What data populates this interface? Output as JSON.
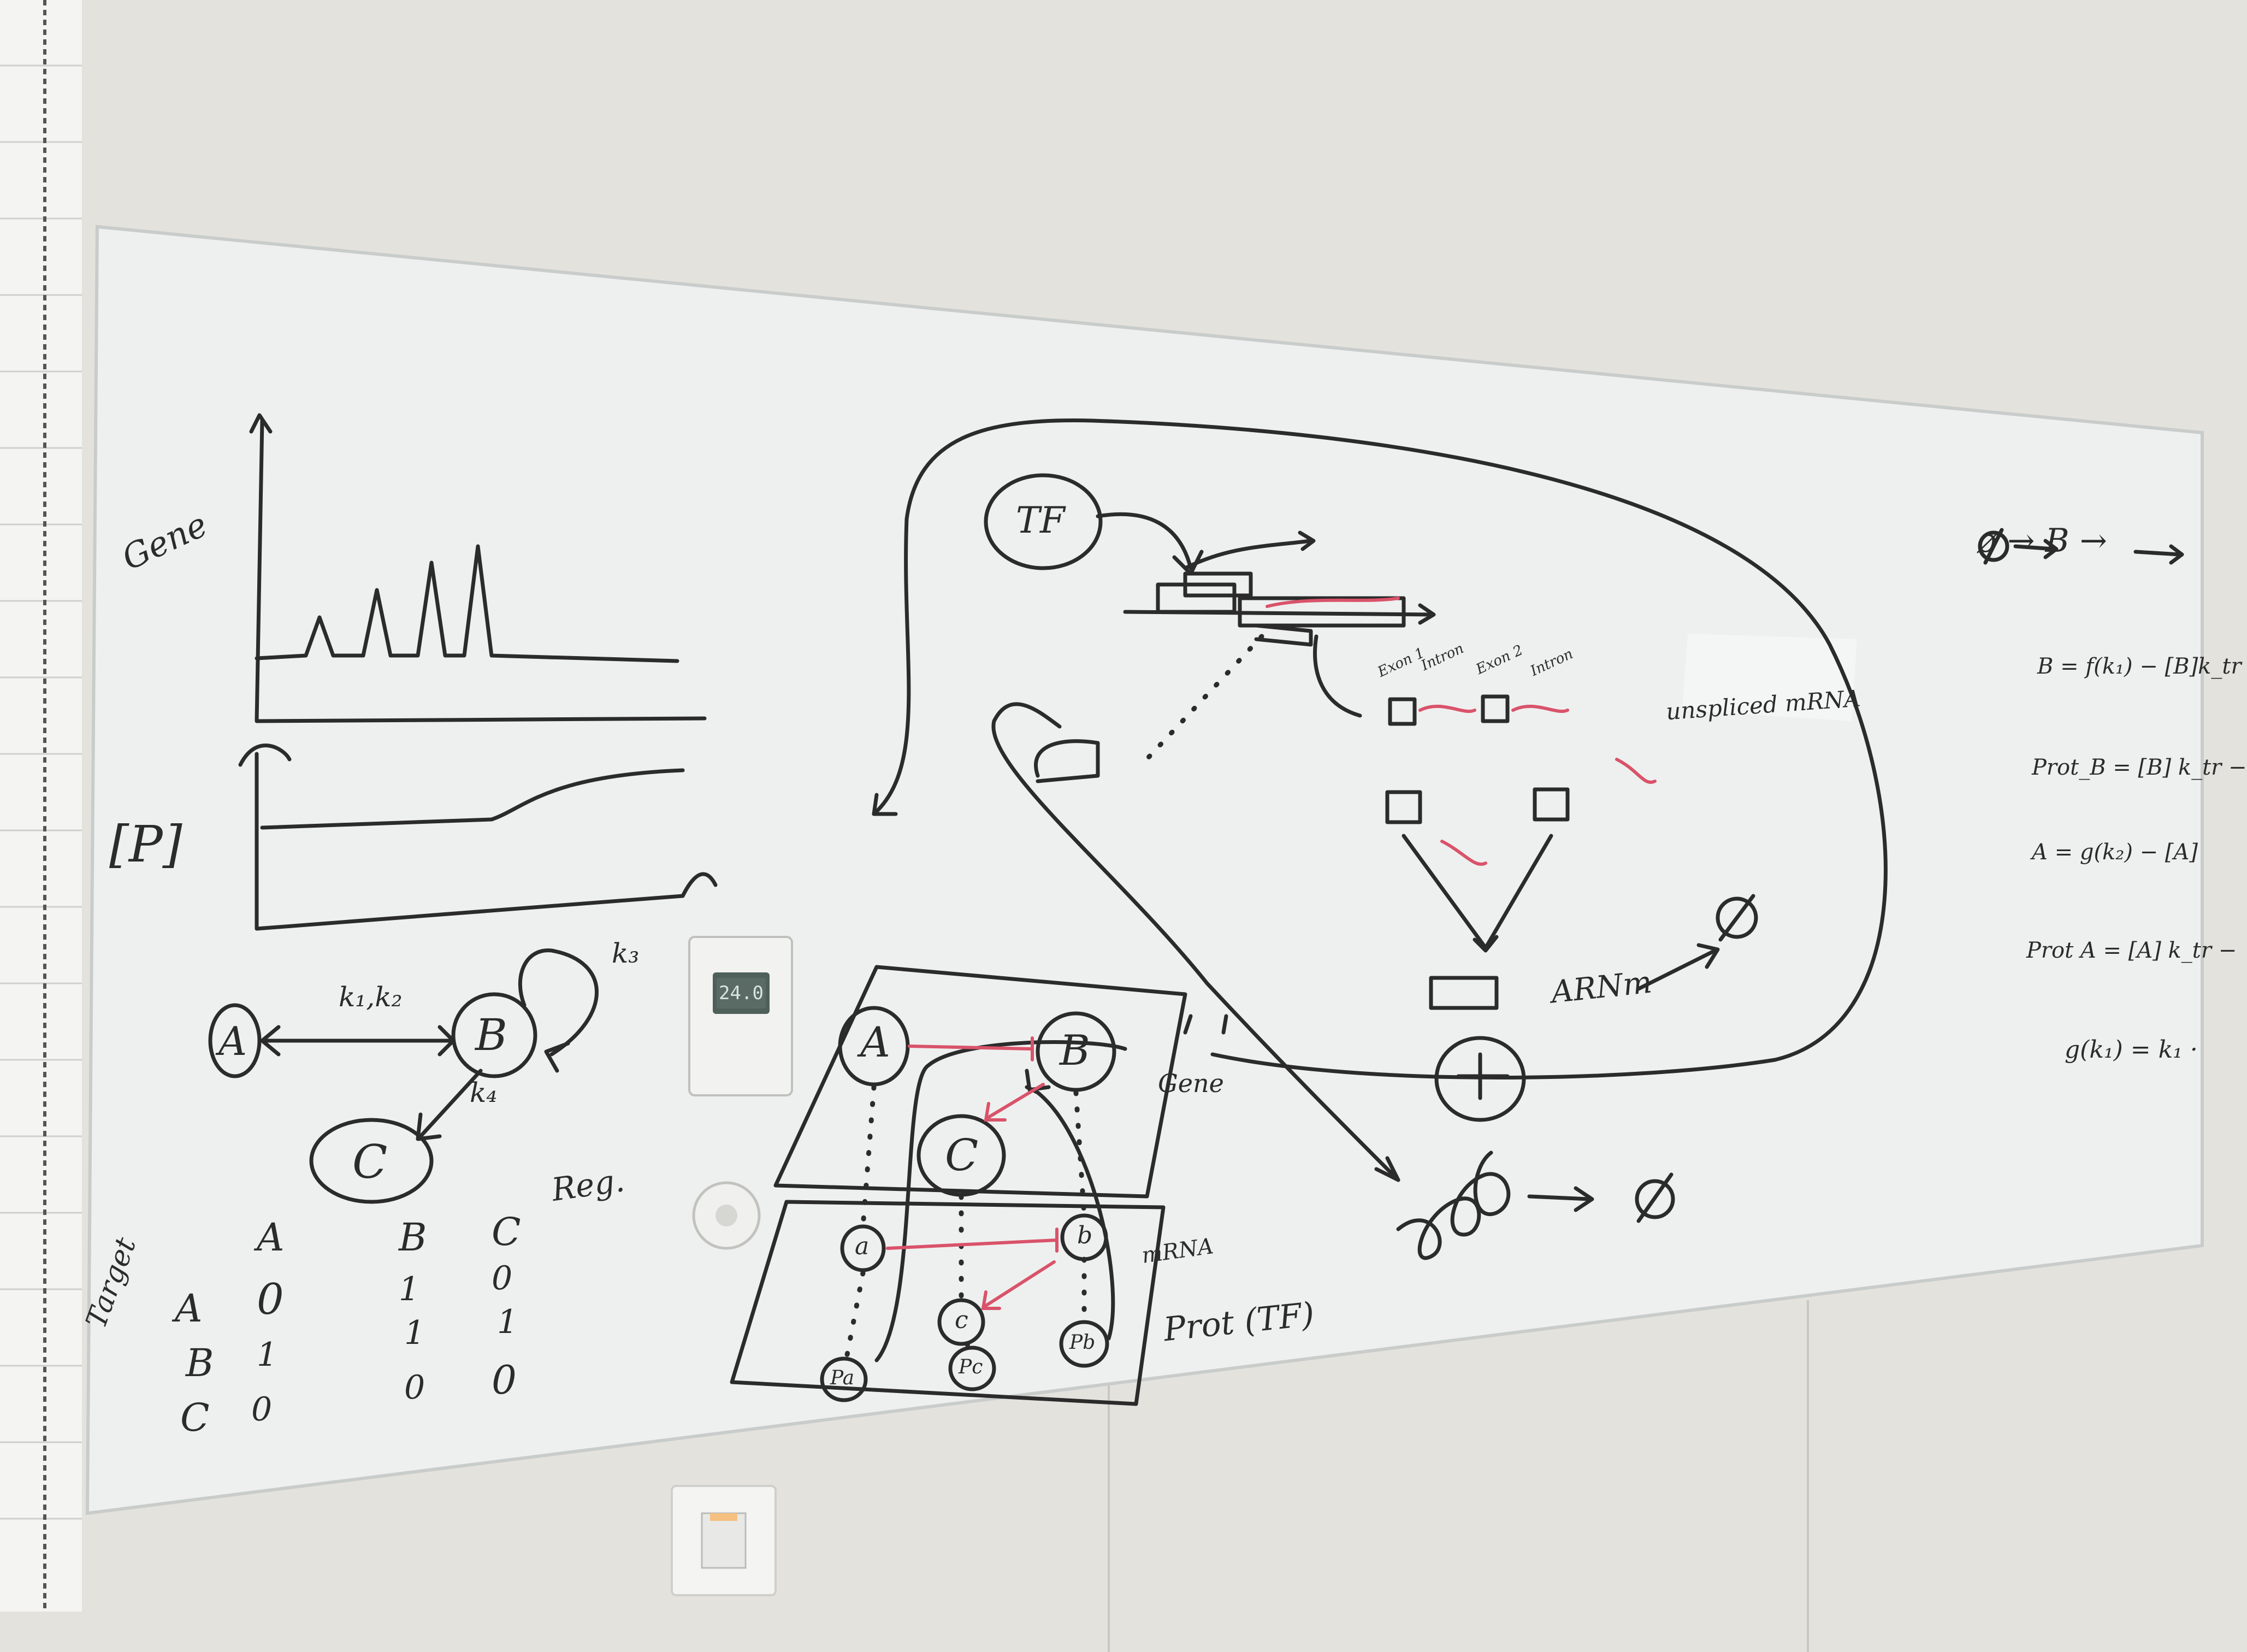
{
  "colors": {
    "wall": "#e4e2dd",
    "board": "#eef0ef",
    "marker_black": "#2b2b2b",
    "marker_red": "#d9536a"
  },
  "board": {
    "plot": {
      "gene_axis_label": "Gene",
      "conc_axis_label": "[P]"
    },
    "network": {
      "nodes": [
        "A",
        "B",
        "C"
      ],
      "rates_ab": "k₁,k₂",
      "rate_self": "k₃",
      "rate_bc": "k₄",
      "reg_label": "Reg."
    },
    "matrix": {
      "target_label": "Target",
      "col_headers": [
        "A",
        "B",
        "C"
      ],
      "rows": [
        {
          "label": "A",
          "values": [
            "0",
            "1",
            "0"
          ]
        },
        {
          "label": "B",
          "values": [
            "1",
            "1",
            "1"
          ]
        },
        {
          "label": "C",
          "values": [
            "0",
            "0",
            "0"
          ]
        }
      ]
    },
    "layers": {
      "gene_nodes": [
        "A",
        "B",
        "C"
      ],
      "gene_label": "Gene",
      "mrna_nodes": [
        "a",
        "b",
        "c"
      ],
      "mrna_label": "mRNA",
      "prot_nodes": [
        "Pa",
        "Pb",
        "Pc"
      ],
      "prot_label": "Prot (TF)"
    },
    "transcription": {
      "tf_label": "TF",
      "exon_labels": [
        "Exon 1",
        "Intron",
        "Exon 2",
        "Intron"
      ],
      "unspliced_label": "unspliced mRNA",
      "arnm_label": "ARNm",
      "null_symbol": "ø"
    },
    "equations": {
      "reaction": "ø → B →",
      "lines": [
        "B = f(k₁) − [B]k_tr",
        "Prot_B = [B] k_tr −",
        "A = g(k₂) − [A]",
        "Prot A = [A] k_tr −",
        "g(k₁) = k₁ ·"
      ]
    }
  },
  "thermostat": {
    "reading": "24.0"
  }
}
